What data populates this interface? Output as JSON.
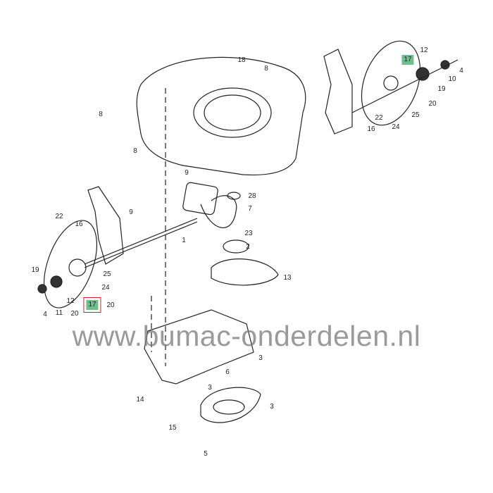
{
  "diagram": {
    "watermark": "www.bumac-onderdelen.nl",
    "highlight_color": "#6dbf8b",
    "highlight_border_color": "#d0242a",
    "callouts": [
      "18",
      "8",
      "8",
      "8",
      "17",
      "12",
      "4",
      "10",
      "19",
      "20",
      "25",
      "24",
      "22",
      "16",
      "9",
      "28",
      "7",
      "9",
      "23",
      "1",
      "2",
      "22",
      "16",
      "25",
      "24",
      "19",
      "12",
      "11",
      "20",
      "20",
      "17",
      "4",
      "13",
      "3",
      "6",
      "3",
      "14",
      "15",
      "5",
      "3"
    ]
  }
}
